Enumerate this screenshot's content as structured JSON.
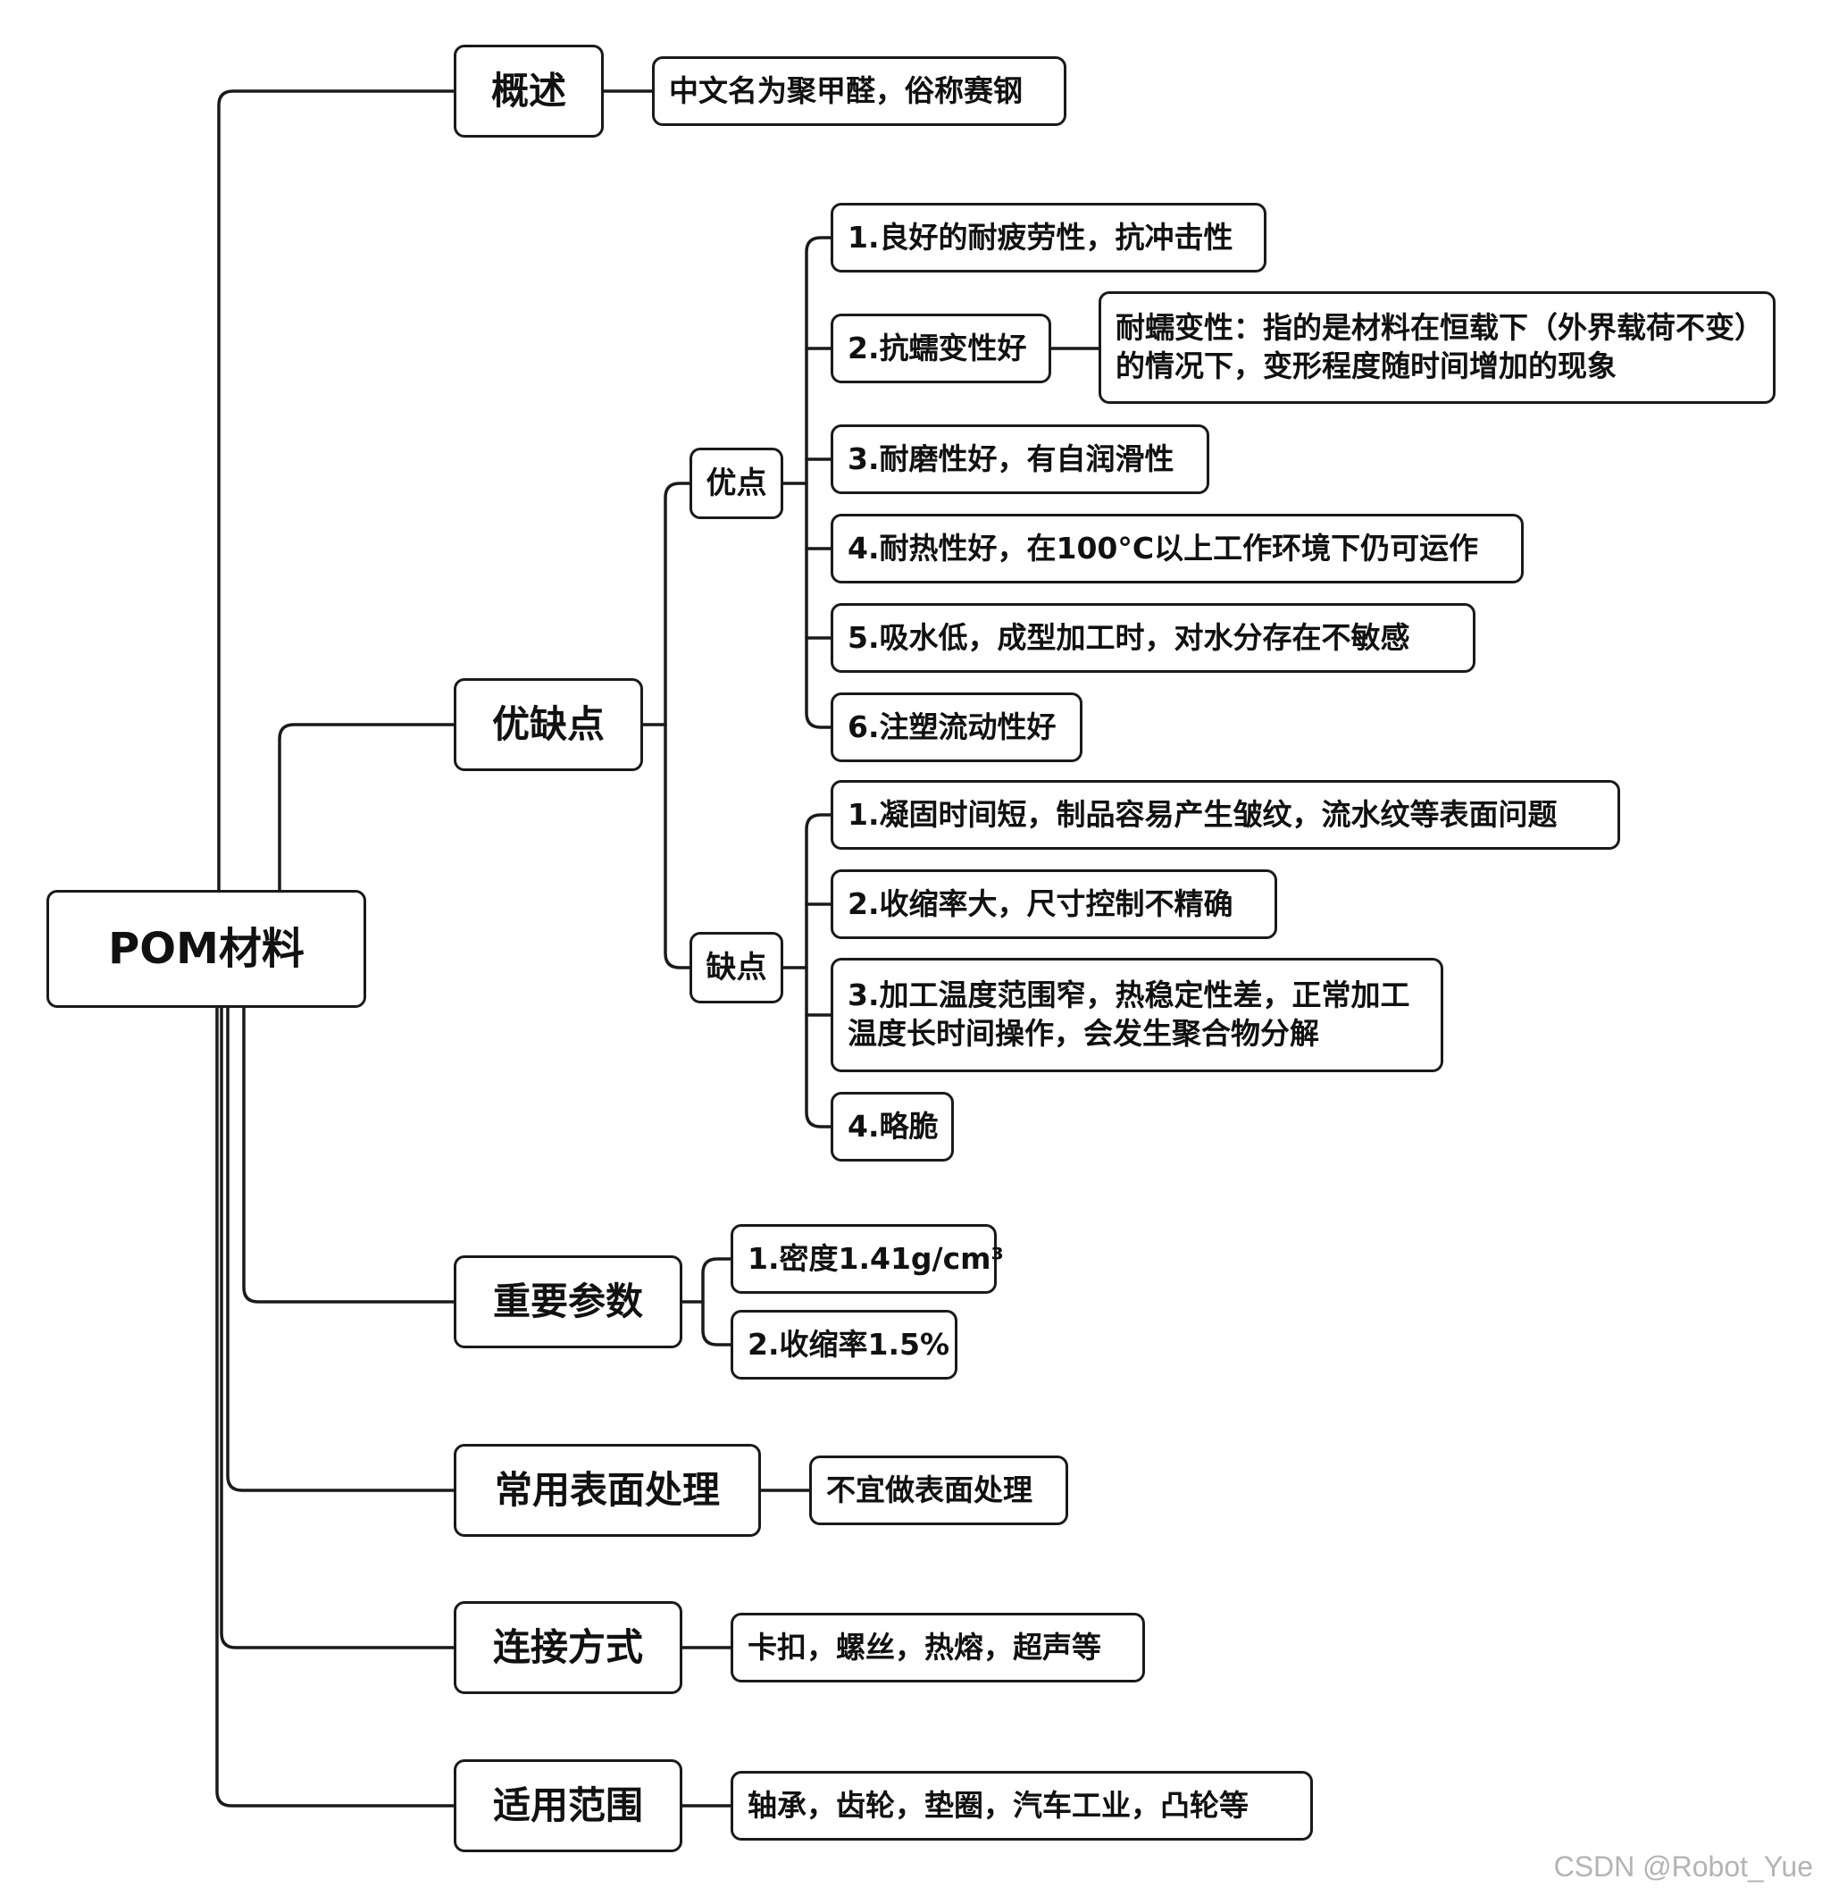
{
  "root": "POM材料",
  "branches": {
    "overview": {
      "label": "概述",
      "items": [
        "中文名为聚甲醛，俗称赛钢"
      ]
    },
    "pros_cons": {
      "label": "优缺点",
      "pros": {
        "label": "优点",
        "items": [
          "1.良好的耐疲劳性，抗冲击性",
          "2.抗蠕变性好",
          "3.耐磨性好，有自润滑性",
          "4.耐热性好，在100°C以上工作环境下仍可运作",
          "5.吸水低，成型加工时，对水分存在不敏感",
          "6.注塑流动性好"
        ],
        "creep_note": "耐蠕变性：指的是材料在恒载下（外界载荷不变）的情况下，变形程度随时间增加的现象"
      },
      "cons": {
        "label": "缺点",
        "items": [
          "1.凝固时间短，制品容易产生皱纹，流水纹等表面问题",
          "2.收缩率大，尺寸控制不精确",
          "3.加工温度范围窄，热稳定性差，正常加工温度长时间操作，会发生聚合物分解",
          "4.略脆"
        ]
      }
    },
    "params": {
      "label": "重要参数",
      "items": [
        "1.密度1.41g/cm³",
        "2.收缩率1.5%"
      ]
    },
    "surface": {
      "label": "常用表面处理",
      "items": [
        "不宜做表面处理"
      ]
    },
    "joining": {
      "label": "连接方式",
      "items": [
        "卡扣，螺丝，热熔，超声等"
      ]
    },
    "applications": {
      "label": "适用范围",
      "items": [
        "轴承，齿轮，垫圈，汽车工业，凸轮等"
      ]
    }
  },
  "watermark": "CSDN @Robot_Yue",
  "colors": {
    "line": "#1a1a1a",
    "box_fill": "#ffffff",
    "text": "#111111",
    "watermark": "#b4b4b4"
  }
}
